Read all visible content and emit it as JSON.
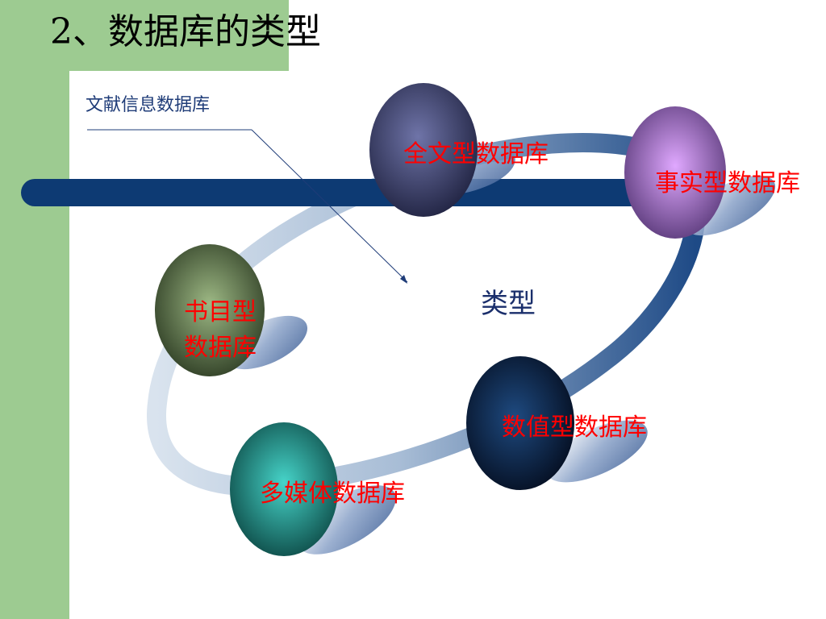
{
  "title": "2、数据库的类型",
  "annotation": "文献信息数据库",
  "center_label": "类型",
  "nodes": {
    "fulltext": "全文型数据库",
    "fact": "事实型数据库",
    "bibliographic_line1": "书目型",
    "bibliographic_line2": "数据库",
    "numeric": "数值型数据库",
    "multimedia": "多媒体数据库"
  },
  "colors": {
    "background_band": "#9dcb91",
    "bar": "#0d3a73",
    "label": "#ff0000",
    "ball_fulltext": "#3a3f66",
    "ball_fact": "#a875c8",
    "ball_bibliographic": "#5a7048",
    "ball_numeric": "#0c2548",
    "ball_multimedia": "#23968f"
  }
}
